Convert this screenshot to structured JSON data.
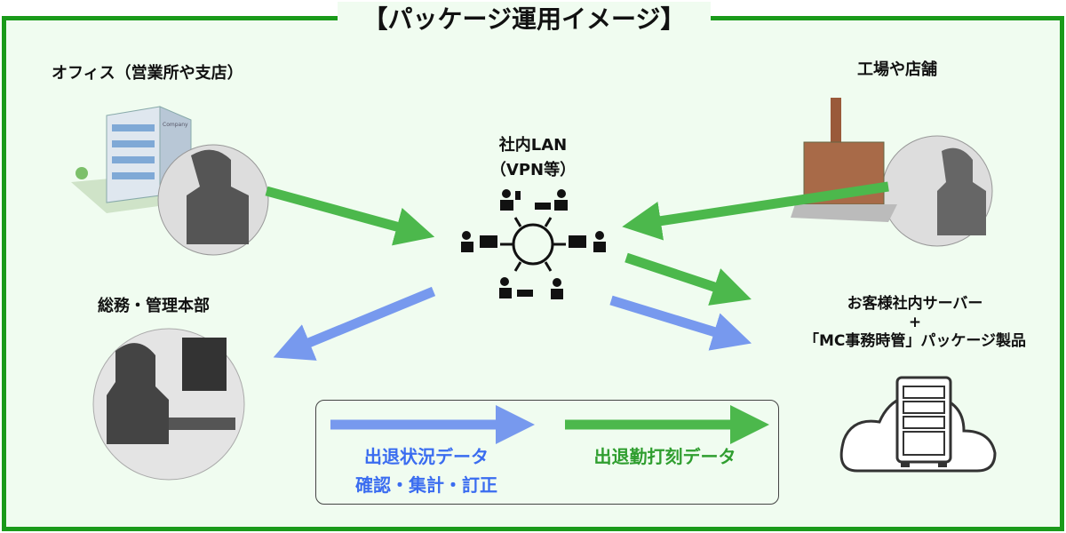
{
  "title": "【パッケージ運用イメージ】",
  "nodes": {
    "office": "オフィス（営業所や支店）",
    "factory": "工場や店舗",
    "admin": "総務・管理本部",
    "lan_line1": "社内LAN",
    "lan_line2": "（VPN等）",
    "server_line1": "お客様社内サーバー",
    "server_plus": "+",
    "server_line2": "「MC事務時管」パッケージ製品",
    "building_sign": "Company"
  },
  "legend": {
    "blue_line1": "出退状況データ",
    "blue_line2": "確認・集計・訂正",
    "green": "出退勤打刻データ"
  },
  "colors": {
    "border": "#1a9a1a",
    "green_arrow": "#4cb84c",
    "blue_arrow": "#7799ee",
    "blue_text": "#3a6cf0",
    "green_text": "#2f9e2f",
    "background": "#f0fcf0"
  }
}
